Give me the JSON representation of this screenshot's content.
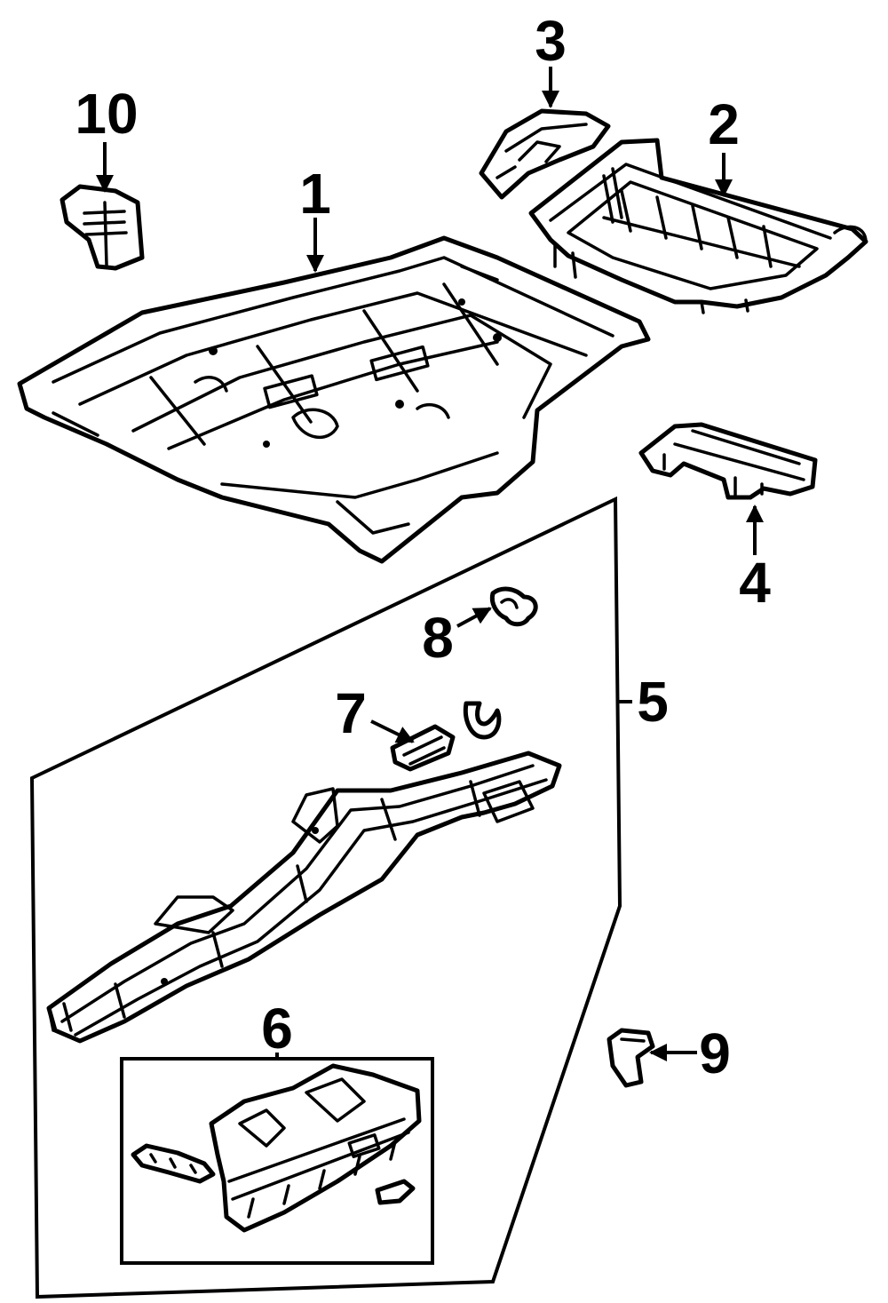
{
  "callouts": [
    {
      "id": "1",
      "text": "1"
    },
    {
      "id": "2",
      "text": "2"
    },
    {
      "id": "3",
      "text": "3"
    },
    {
      "id": "4",
      "text": "4"
    },
    {
      "id": "5",
      "text": "5"
    },
    {
      "id": "6",
      "text": "6"
    },
    {
      "id": "7",
      "text": "7"
    },
    {
      "id": "8",
      "text": "8"
    },
    {
      "id": "9",
      "text": "9"
    },
    {
      "id": "10",
      "text": "10"
    }
  ],
  "colors": {
    "ink": "#000000",
    "paper": "#ffffff"
  }
}
